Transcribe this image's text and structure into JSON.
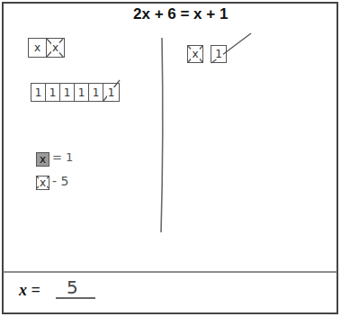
{
  "diagram": {
    "nodes": [
      {
        "text": [
          "x"
        ]
      },
      {
        "text": [
          "x"
        ]
      },
      {
        "text": [
          "1"
        ]
      },
      {
        "text": [
          "1"
        ]
      },
      {
        "text": [
          "1"
        ]
      },
      {
        "text": [
          "1"
        ]
      },
      {
        "text": [
          "1"
        ]
      },
      {
        "text": [
          "1"
        ]
      },
      {
        "text": [
          "x"
        ]
      },
      {
        "text": [
          "1"
        ]
      },
      {
        "text": [
          "x"
        ]
      },
      {
        "text": [
          "x"
        ]
      }
    ],
    "labels": [
      "2x + 6 = x + 1",
      "= 1",
      "- 5",
      "x =",
      "5"
    ]
  }
}
